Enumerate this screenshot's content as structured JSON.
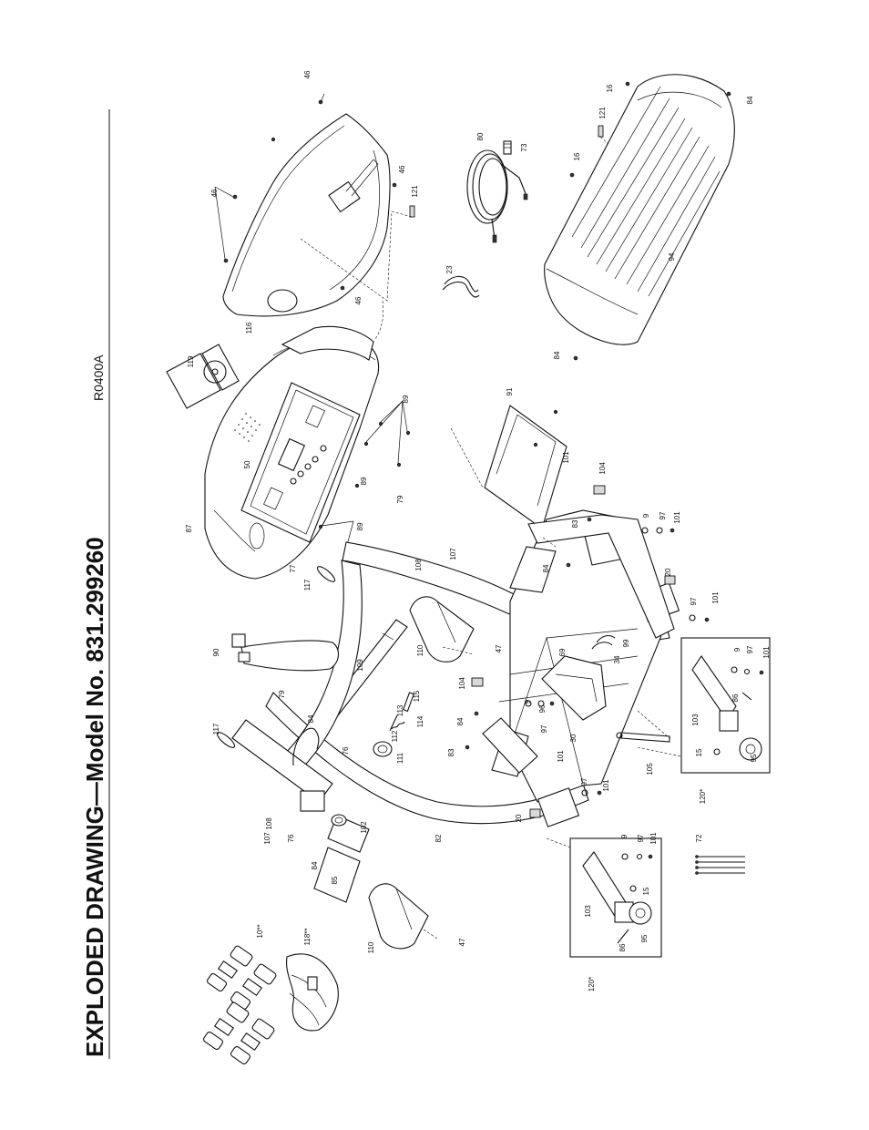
{
  "title": "EXPLODED DRAWING—Model No. 831.299260",
  "drawing_code": "R0400A",
  "callouts": [
    {
      "id": "c46a",
      "text": "46"
    },
    {
      "id": "c46b",
      "text": "46"
    },
    {
      "id": "c46c",
      "text": "46"
    },
    {
      "id": "c46d",
      "text": "46"
    },
    {
      "id": "c121a",
      "text": "121"
    },
    {
      "id": "c116",
      "text": "116"
    },
    {
      "id": "c80",
      "text": "80"
    },
    {
      "id": "c73",
      "text": "73"
    },
    {
      "id": "c23",
      "text": "23"
    },
    {
      "id": "c16a",
      "text": "16"
    },
    {
      "id": "c16b",
      "text": "16"
    },
    {
      "id": "c121b",
      "text": "121"
    },
    {
      "id": "c84a",
      "text": "84"
    },
    {
      "id": "c84b",
      "text": "84"
    },
    {
      "id": "c94",
      "text": "94"
    },
    {
      "id": "c119",
      "text": "119"
    },
    {
      "id": "c87",
      "text": "87"
    },
    {
      "id": "c50",
      "text": "50"
    },
    {
      "id": "c77",
      "text": "77"
    },
    {
      "id": "c89a",
      "text": "89"
    },
    {
      "id": "c89b",
      "text": "89"
    },
    {
      "id": "c89c",
      "text": "89"
    },
    {
      "id": "c91",
      "text": "91"
    },
    {
      "id": "c101a",
      "text": "101"
    },
    {
      "id": "c104a",
      "text": "104"
    },
    {
      "id": "c83a",
      "text": "83"
    },
    {
      "id": "c84c",
      "text": "84"
    },
    {
      "id": "c9a",
      "text": "9"
    },
    {
      "id": "c97a",
      "text": "97"
    },
    {
      "id": "c101b",
      "text": "101"
    },
    {
      "id": "c20a",
      "text": "20"
    },
    {
      "id": "c97b",
      "text": "97"
    },
    {
      "id": "c101c",
      "text": "101"
    },
    {
      "id": "c79a",
      "text": "79"
    },
    {
      "id": "c107a",
      "text": "107"
    },
    {
      "id": "c108a",
      "text": "108"
    },
    {
      "id": "c117a",
      "text": "117"
    },
    {
      "id": "c90",
      "text": "90"
    },
    {
      "id": "c109",
      "text": "109"
    },
    {
      "id": "c110a",
      "text": "110"
    },
    {
      "id": "c47a",
      "text": "47"
    },
    {
      "id": "c99",
      "text": "99"
    },
    {
      "id": "c34",
      "text": "34"
    },
    {
      "id": "c69",
      "text": "69"
    },
    {
      "id": "c9b",
      "text": "9"
    },
    {
      "id": "c97c",
      "text": "97"
    },
    {
      "id": "c101d",
      "text": "101"
    },
    {
      "id": "c103a",
      "text": "103"
    },
    {
      "id": "c86a",
      "text": "86"
    },
    {
      "id": "c15a",
      "text": "15"
    },
    {
      "id": "c95a",
      "text": "95"
    },
    {
      "id": "c120a",
      "text": "120*"
    },
    {
      "id": "c117b",
      "text": "117"
    },
    {
      "id": "c79b",
      "text": "79"
    },
    {
      "id": "c84d",
      "text": "84"
    },
    {
      "id": "c115",
      "text": "115"
    },
    {
      "id": "c114",
      "text": "114"
    },
    {
      "id": "c113",
      "text": "113"
    },
    {
      "id": "c112",
      "text": "112"
    },
    {
      "id": "c111",
      "text": "111"
    },
    {
      "id": "c104b",
      "text": "104"
    },
    {
      "id": "c84e",
      "text": "84"
    },
    {
      "id": "c9c",
      "text": "9"
    },
    {
      "id": "c96",
      "text": "96"
    },
    {
      "id": "c97d",
      "text": "97"
    },
    {
      "id": "c30",
      "text": "30"
    },
    {
      "id": "c101e",
      "text": "101"
    },
    {
      "id": "c83b",
      "text": "83"
    },
    {
      "id": "c105",
      "text": "105"
    },
    {
      "id": "c76a",
      "text": "76"
    },
    {
      "id": "c76b",
      "text": "76"
    },
    {
      "id": "c107b",
      "text": "107"
    },
    {
      "id": "c108b",
      "text": "108"
    },
    {
      "id": "c84f",
      "text": "84"
    },
    {
      "id": "c102",
      "text": "102"
    },
    {
      "id": "c82",
      "text": "82"
    },
    {
      "id": "c97e",
      "text": "97"
    },
    {
      "id": "c101f",
      "text": "101"
    },
    {
      "id": "c20b",
      "text": "20"
    },
    {
      "id": "c85",
      "text": "85"
    },
    {
      "id": "c110b",
      "text": "110"
    },
    {
      "id": "c47b",
      "text": "47"
    },
    {
      "id": "c10",
      "text": "10**"
    },
    {
      "id": "c118",
      "text": "118**"
    },
    {
      "id": "c9d",
      "text": "9"
    },
    {
      "id": "c97f",
      "text": "97"
    },
    {
      "id": "c101g",
      "text": "101"
    },
    {
      "id": "c103b",
      "text": "103"
    },
    {
      "id": "c15b",
      "text": "15"
    },
    {
      "id": "c95b",
      "text": "95"
    },
    {
      "id": "c86b",
      "text": "86"
    },
    {
      "id": "c120b",
      "text": "120*"
    },
    {
      "id": "c72",
      "text": "72"
    }
  ]
}
